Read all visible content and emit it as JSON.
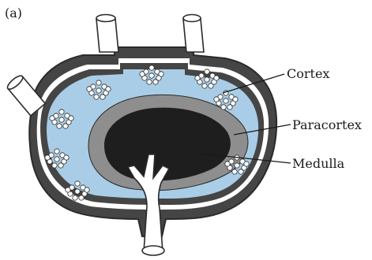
{
  "figure": {
    "panel_label": "(a)",
    "labels": {
      "cortex": "Cortex",
      "paracortex": "Paracortex",
      "medulla": "Medulla"
    }
  },
  "colors": {
    "capsule": "#454545",
    "cortex": "#a9cde6",
    "paracortex": "#8e8e8e",
    "medulla": "#1e1e1e",
    "vessel_fill": "#ffffff",
    "outline": "#2a2a2a"
  }
}
